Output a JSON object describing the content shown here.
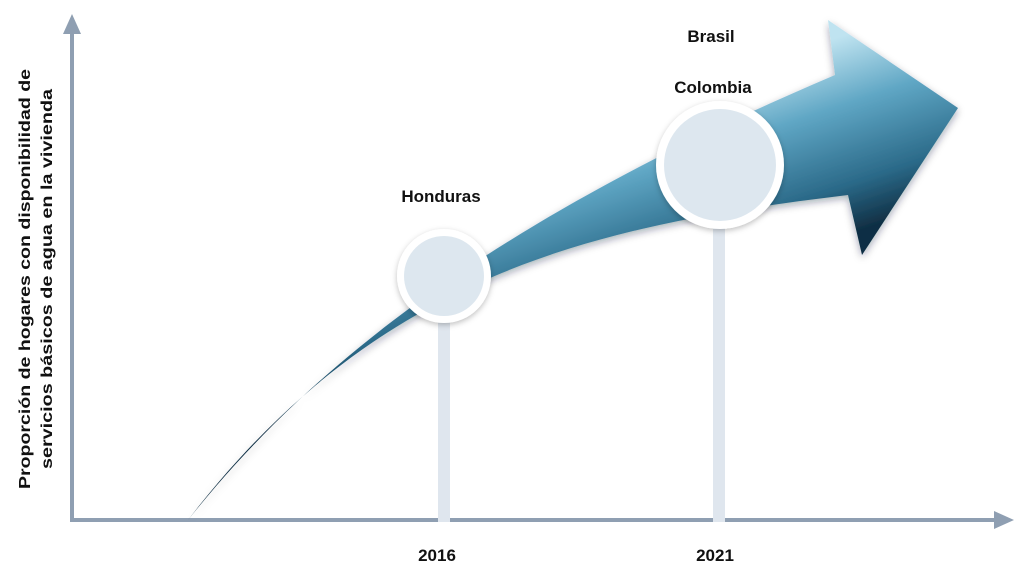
{
  "y_axis_label": {
    "line1": "Proporción de hogares con disponibilidad de",
    "line2": "servicios básicos de agua en la vivienda"
  },
  "milestones": [
    {
      "year": "2016",
      "countries": [
        "Honduras"
      ]
    },
    {
      "year": "2021",
      "countries": [
        "Colombia",
        "Brasil"
      ]
    }
  ],
  "colors": {
    "axis": "#8f9fb2",
    "arrow_light": "#9fd0e3",
    "arrow_mid": "#3f8aaa",
    "arrow_dark": "#14384e",
    "marker_fill": "#dde7ef",
    "stem": "#dfe6ee"
  }
}
